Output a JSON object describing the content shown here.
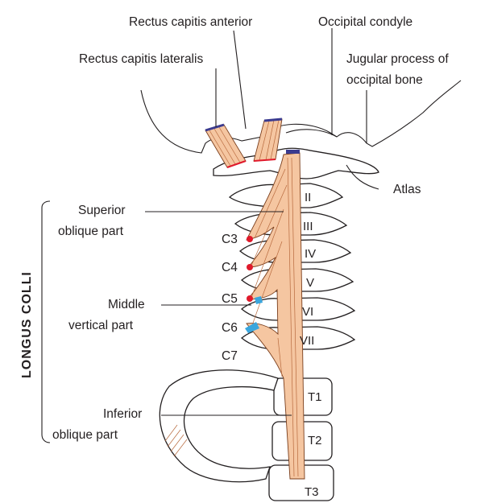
{
  "labels": {
    "rectus_capitis_anterior": "Rectus capitis anterior",
    "rectus_capitis_lateralis": "Rectus capitis lateralis",
    "occipital_condyle": "Occipital condyle",
    "jugular_process_1": "Jugular process of",
    "jugular_process_2": "occipital bone",
    "atlas": "Atlas",
    "superior_oblique_1": "Superior",
    "superior_oblique_2": "oblique part",
    "middle_vertical_1": "Middle",
    "middle_vertical_2": "vertical part",
    "inferior_oblique_1": "Inferior",
    "inferior_oblique_2": "oblique part",
    "longus_colli": "LONGUS COLLI"
  },
  "origins": [
    "C3",
    "C4",
    "C5",
    "C6",
    "C7"
  ],
  "vertebrae": [
    "II",
    "III",
    "IV",
    "V",
    "VI",
    "VII",
    "T1",
    "T2",
    "T3"
  ],
  "colors": {
    "muscle_fill": "#f5c6a1",
    "muscle_edge": "#7a3e1c",
    "red_marker": "#e0192b",
    "blue_marker": "#3aa6dd",
    "insertion_band": "#3b3b8f"
  }
}
